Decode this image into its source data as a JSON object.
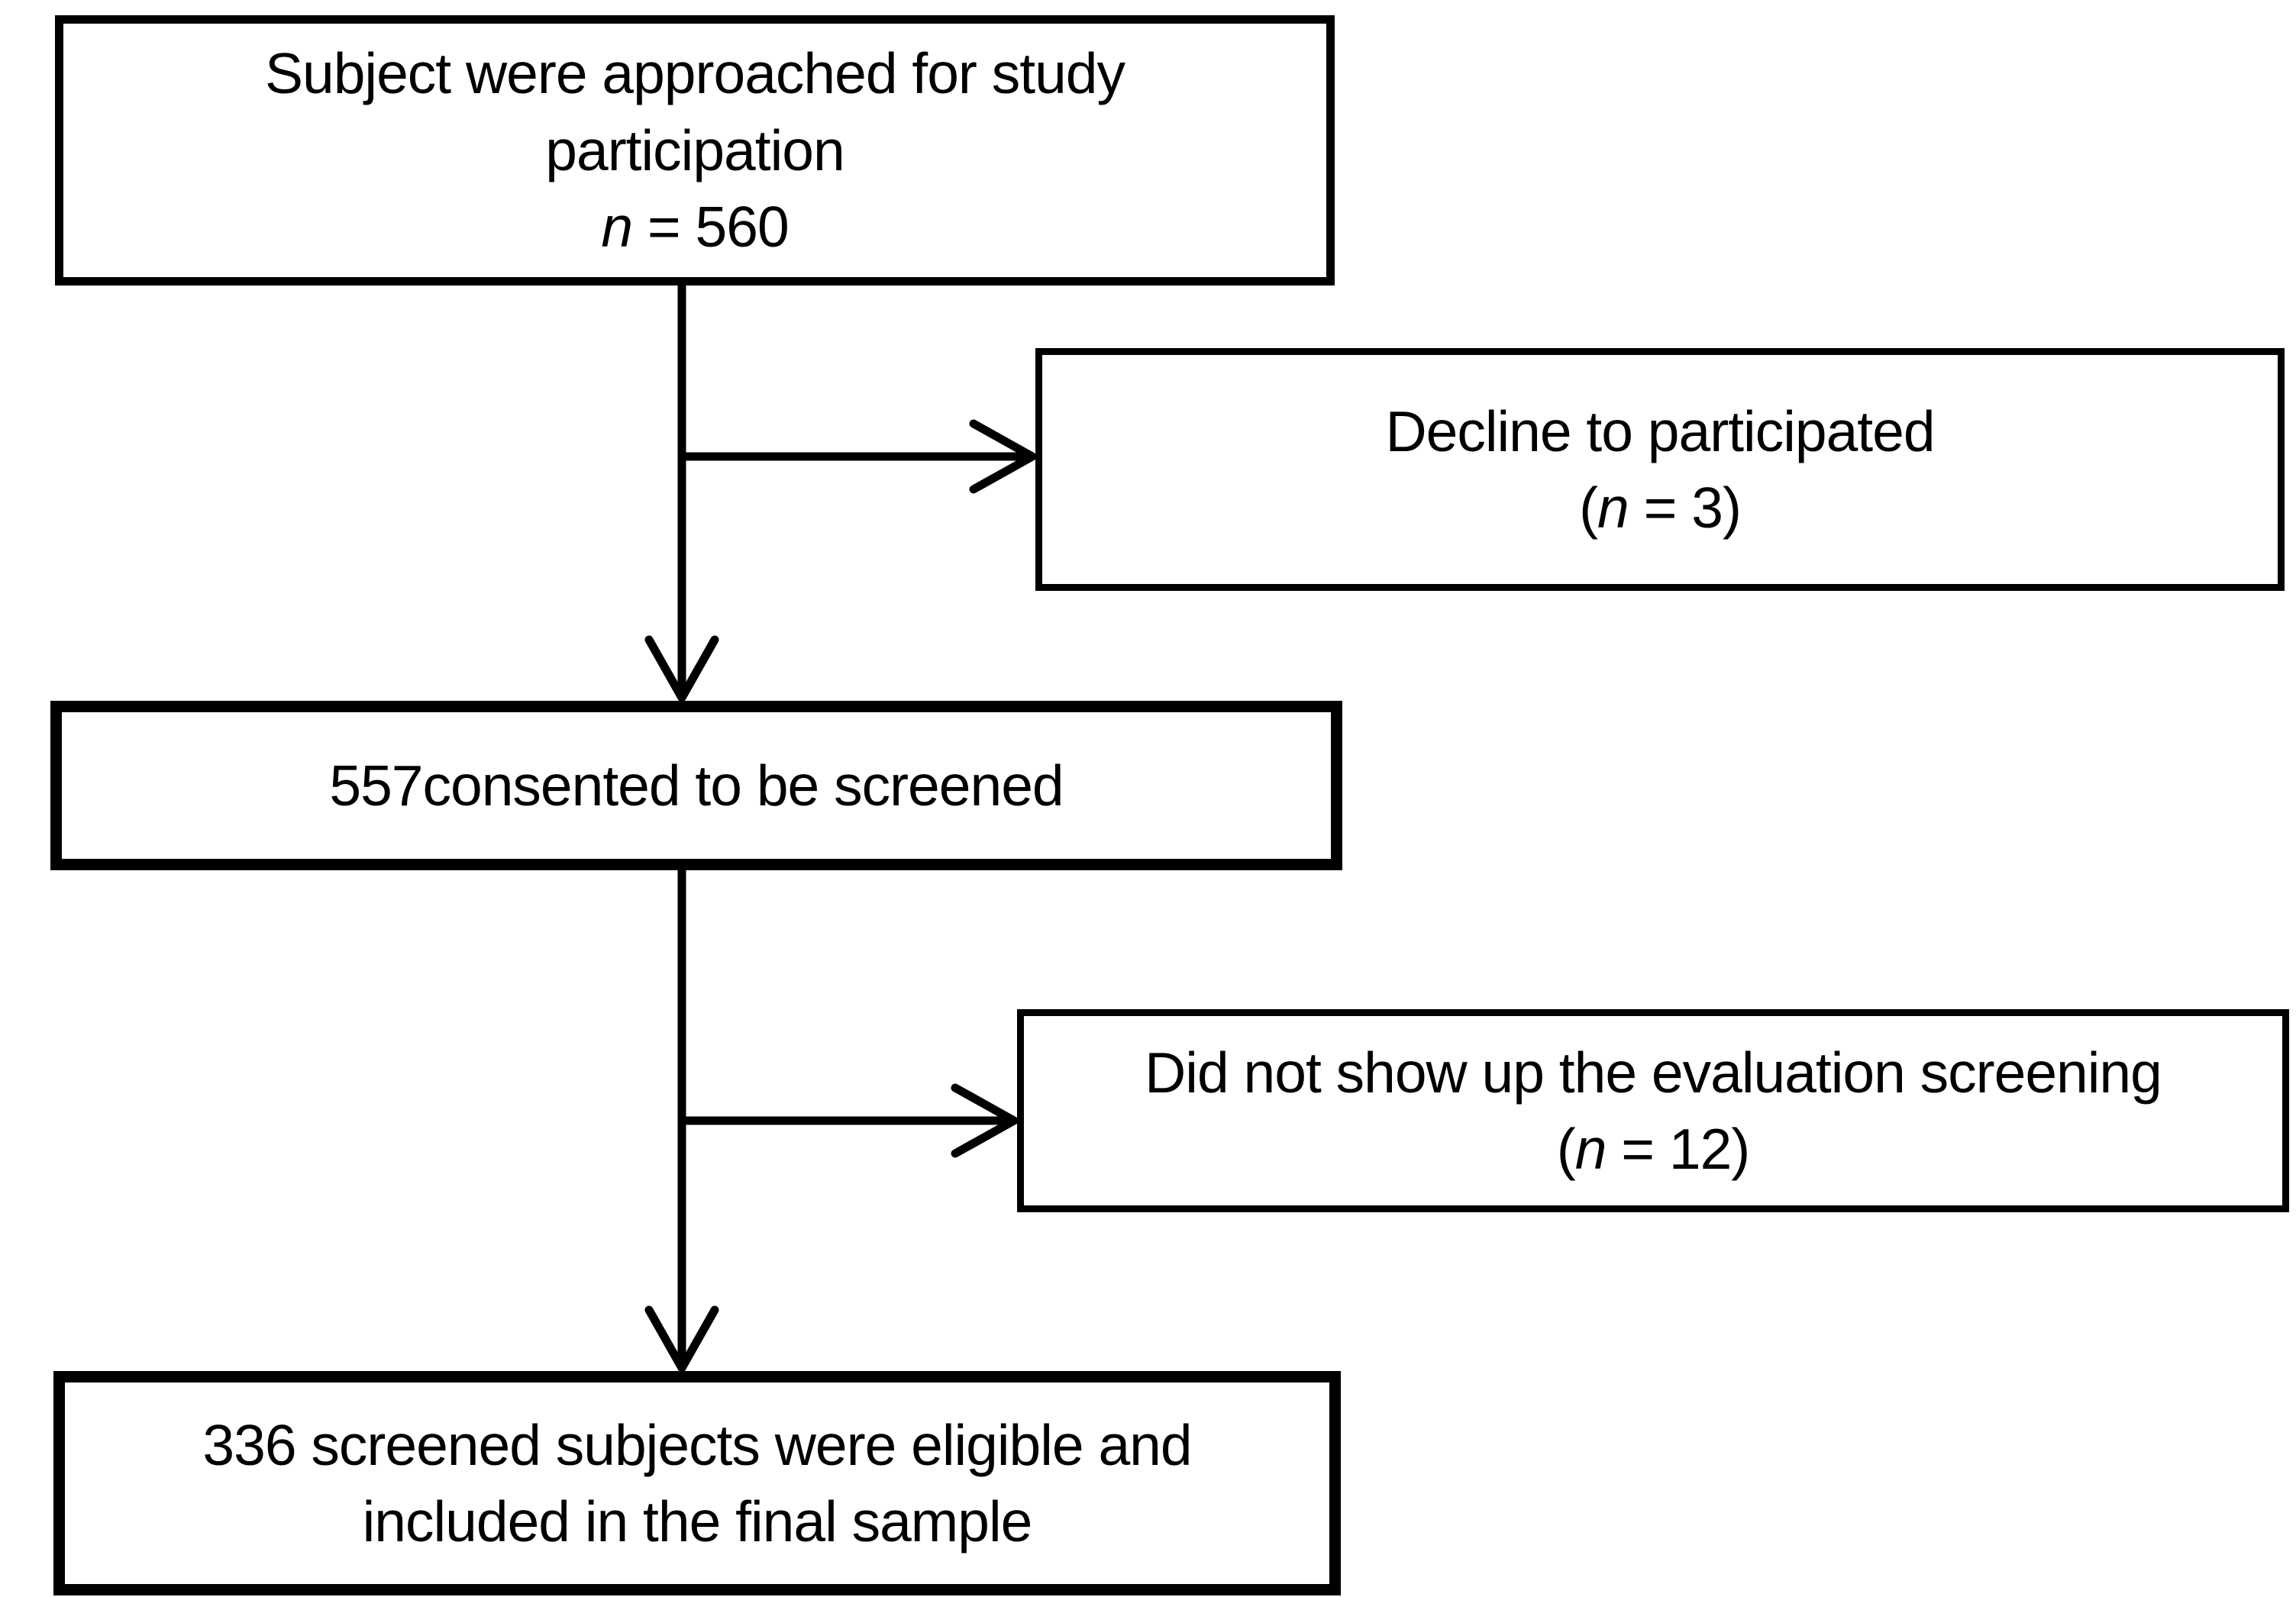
{
  "figure": {
    "background_color": "#ffffff",
    "stroke_color": "#000000",
    "description": "Study participation screening flowchart"
  },
  "nodes": {
    "approached": {
      "line1": "Subject were approached for study",
      "line2": "participation",
      "n_italic": "n",
      "n_rest": " = 560"
    },
    "declined": {
      "line1": "Decline to participated",
      "paren": "(",
      "n_italic": "n",
      "n_rest": " = 3)"
    },
    "consented": {
      "line1": "557consented to be screened"
    },
    "no_show": {
      "line1": "Did not show up the evaluation screening",
      "paren": "(",
      "n_italic": "n",
      "n_rest": " = 12)"
    },
    "final_sample": {
      "line1": "336 screened subjects were eligible and",
      "line2": "included in the final sample"
    }
  }
}
